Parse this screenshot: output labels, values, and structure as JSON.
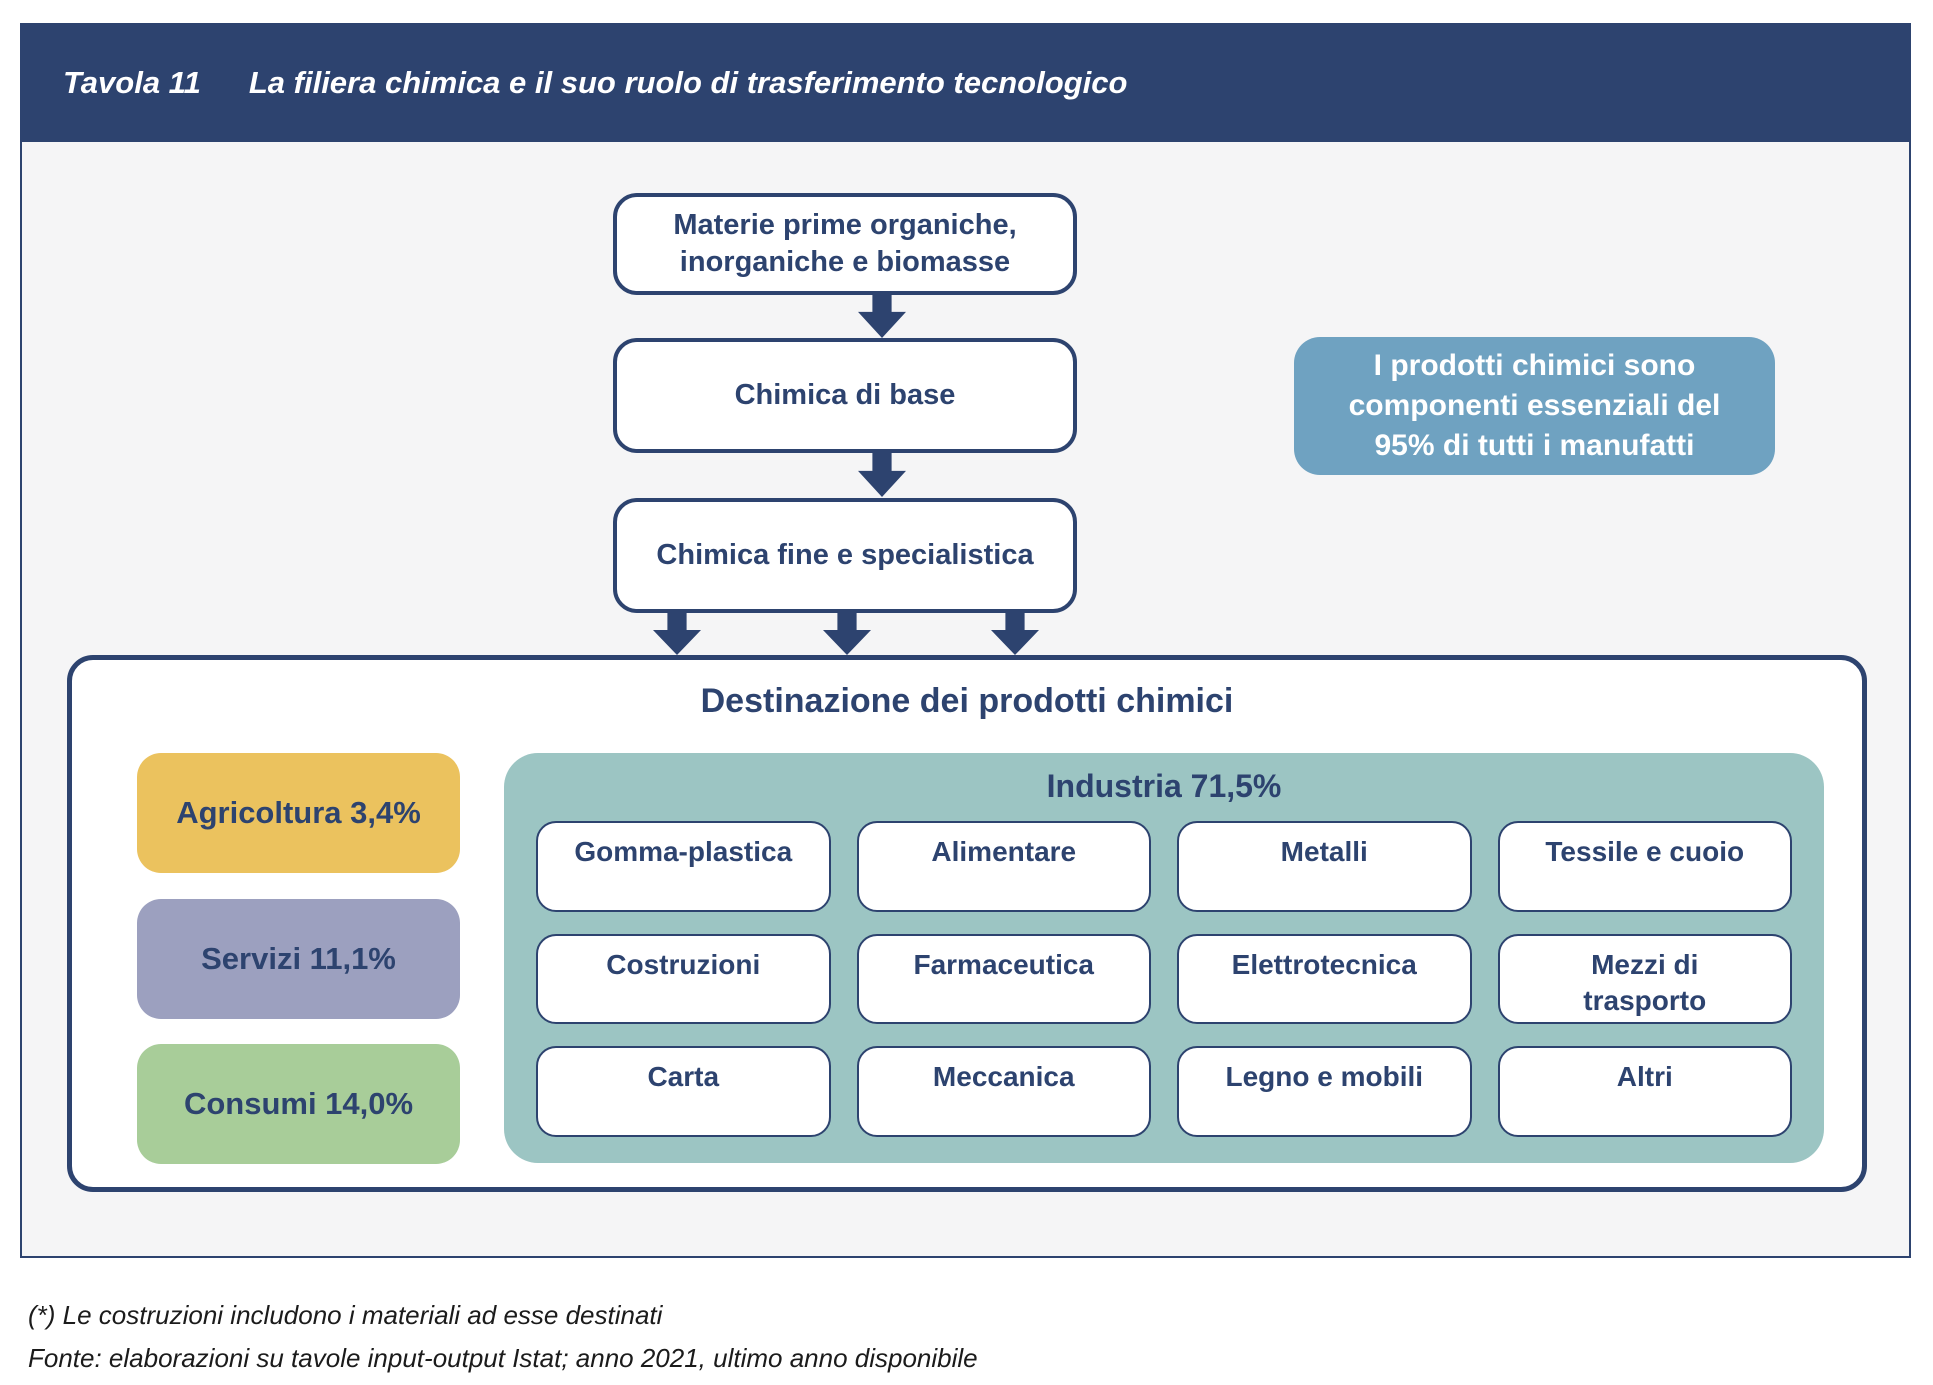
{
  "header": {
    "tag": "Tavola 11",
    "title": "La filiera chimica e il suo ruolo di trasferimento tecnologico"
  },
  "flow": {
    "materials": "Materie prime organiche,\ninorganiche e biomasse",
    "base": "Chimica di base",
    "fine": "Chimica fine e specialistica"
  },
  "callout": {
    "text": "I prodotti chimici sono\ncomponenti essenziali del\n95% di tutti i manufatti"
  },
  "destination": {
    "title": "Destinazione dei prodotti chimici",
    "categories": [
      {
        "name": "Agricoltura",
        "percent": "3,4%",
        "display": "Agricoltura 3,4%"
      },
      {
        "name": "Servizi",
        "percent": "11,1%",
        "display": "Servizi 11,1%"
      },
      {
        "name": "Consumi",
        "percent": "14,0%",
        "display": "Consumi 14,0%"
      }
    ],
    "industry": {
      "name": "Industria",
      "percent": "71,5%",
      "display": "Industria 71,5%",
      "sectors": [
        "Gomma-plastica",
        "Alimentare",
        "Metalli",
        "Tessile e cuoio",
        "Costruzioni",
        "Farmaceutica",
        "Elettrotecnica",
        "Mezzi di\ntrasporto",
        "Carta",
        "Meccanica",
        "Legno e mobili",
        "Altri"
      ]
    }
  },
  "footnotes": {
    "note": "(*) Le costruzioni includono i materiali ad esse destinati",
    "source": "Fonte: elaborazioni su tavole input-output Istat; anno 2021, ultimo anno disponibile"
  },
  "colors": {
    "navy": "#2d436f",
    "panel_bg": "#f5f5f6",
    "callout_blue": "#6fa2c1",
    "agricoltura_yellow": "#ebc25e",
    "servizi_purple": "#9ca0bf",
    "consumi_green": "#a8cd99",
    "industria_teal": "#9cc5c3"
  }
}
